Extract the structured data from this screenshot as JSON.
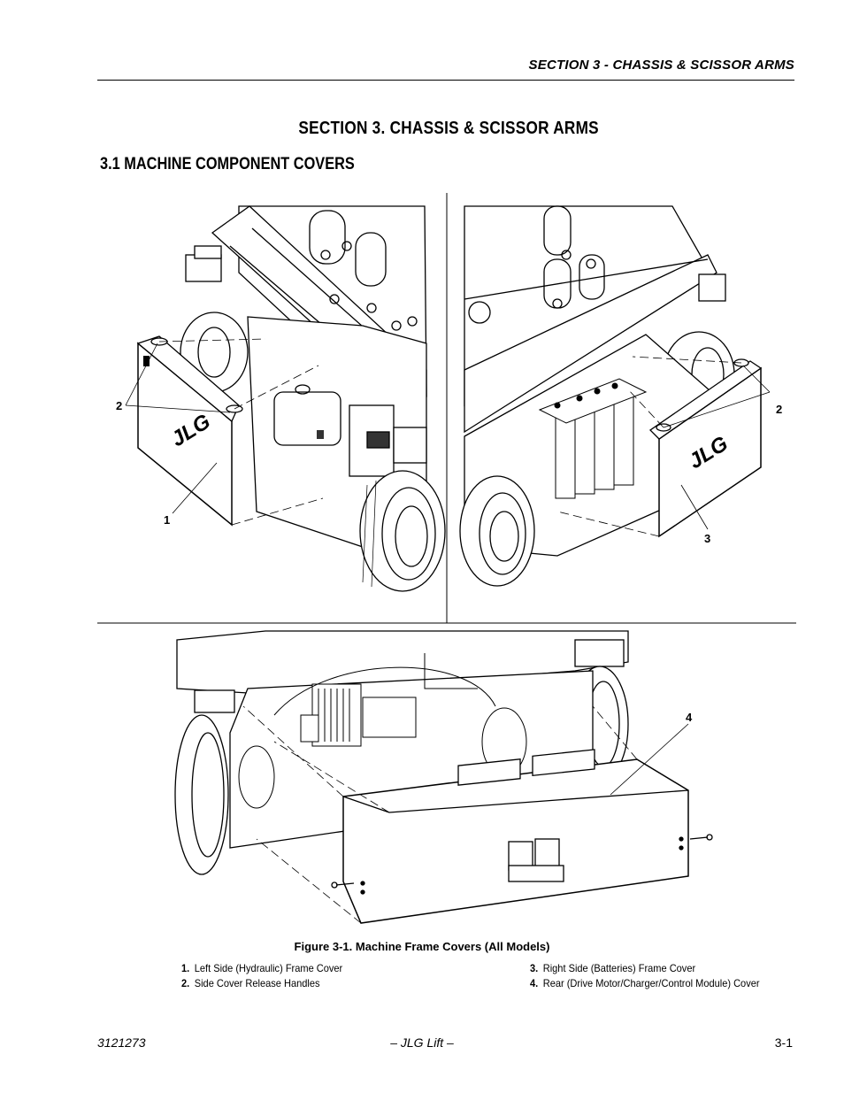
{
  "header": {
    "section_running_title": "SECTION 3 - CHASSIS & SCISSOR ARMS"
  },
  "title": {
    "section_heading": "SECTION 3.  CHASSIS & SCISSOR ARMS"
  },
  "subsection": {
    "number_title": "3.1    MACHINE COMPONENT COVERS"
  },
  "figure": {
    "caption": "Figure 3-1.  Machine Frame Covers (All Models)",
    "callouts": {
      "c1": "1",
      "c2a": "2",
      "c2b": "2",
      "c3": "3",
      "c4": "4"
    },
    "brand_mark": "JLG",
    "legend": [
      {
        "num": "1.",
        "text": "Left Side (Hydraulic) Frame Cover"
      },
      {
        "num": "2.",
        "text": "Side Cover Release Handles"
      },
      {
        "num": "3.",
        "text": "Right Side (Batteries) Frame Cover"
      },
      {
        "num": "4.",
        "text": "Rear (Drive Motor/Charger/Control Module) Cover"
      }
    ]
  },
  "footer": {
    "doc_number": "3121273",
    "center": "– JLG Lift –",
    "page": "3-1"
  }
}
